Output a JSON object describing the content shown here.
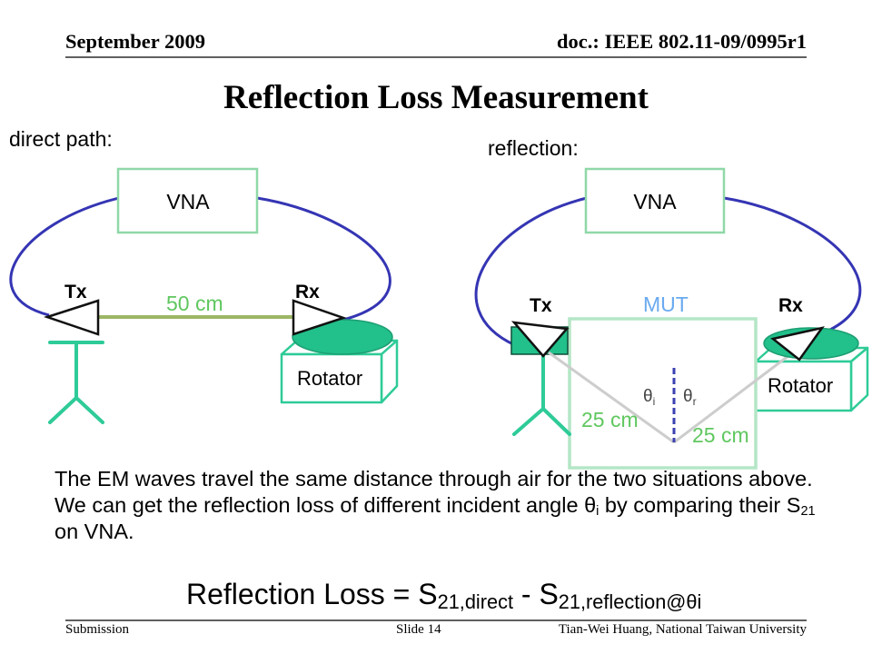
{
  "header": {
    "date": "September 2009",
    "doc_id": "doc.: IEEE 802.11-09/0995r1"
  },
  "title": "Reflection Loss Measurement",
  "direct_setup": {
    "caption": "direct path:",
    "vna_label": "VNA",
    "tx_label": "Tx",
    "rx_label": "Rx",
    "distance": "50 cm",
    "rotator_label": "Rotator"
  },
  "reflection_setup": {
    "caption": "reflection:",
    "vna_label": "VNA",
    "tx_label": "Tx",
    "material_label": "MUT",
    "rx_label": "Rx",
    "rotator_label": "Rotator",
    "incident_angle": {
      "symbol": "θ",
      "sub": "i"
    },
    "reflection_angle": {
      "symbol": "θ",
      "sub": "r"
    },
    "incident_distance": "25 cm",
    "reflected_distance": "25 cm"
  },
  "body": {
    "line1": "The EM waves travel the same distance through air for the two situations above.",
    "line2": {
      "text_a": "We can get the reflection loss of different incident angle θ",
      "sub_a": "i",
      "text_b": " by comparing their S",
      "sub_b": "21"
    },
    "line3": "on VNA."
  },
  "formula": {
    "lhs": "Reflection Loss = S",
    "sub_1": "21,direct",
    "op": " - S",
    "sub_2": "21,reflection@θi"
  },
  "footer": {
    "left": "Submission",
    "center": "Slide 14",
    "right": "Tian-Wei Huang, National Taiwan University"
  },
  "colors": {
    "cable": "#3535b4",
    "vna_border": "#8fd8a8",
    "direct_line": "#9db765",
    "distance_text": "#5fc75f",
    "teal": "#22c08b",
    "stand": "#2ecb98",
    "mut_label": "#6aaaf0",
    "mut_border": "#b4e6c5",
    "ray": "#cdcdcd",
    "normal_line": "#3a40b0"
  }
}
